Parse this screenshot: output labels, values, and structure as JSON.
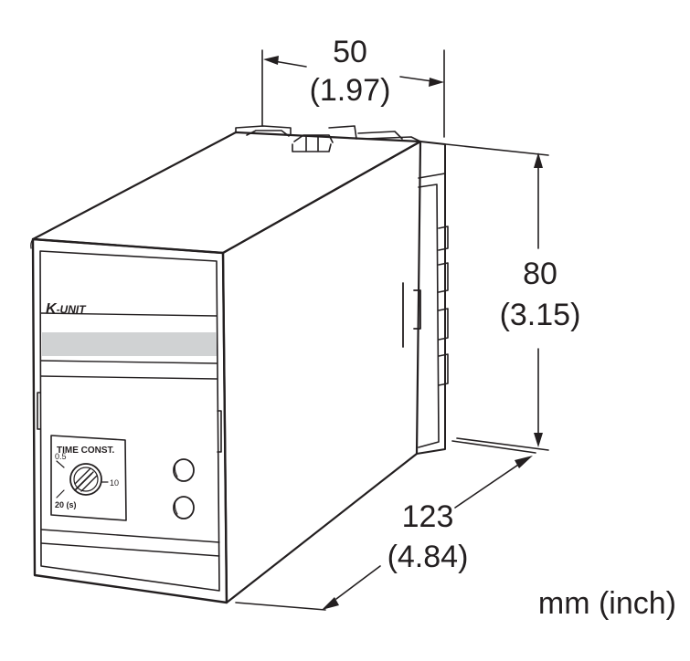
{
  "dimensions": {
    "width": {
      "mm": "50",
      "inch": "(1.97)"
    },
    "height": {
      "mm": "80",
      "inch": "(3.15)"
    },
    "depth": {
      "mm": "123",
      "inch": "(4.84)"
    },
    "units": "mm (inch)"
  },
  "device": {
    "brand_prefix": "K",
    "brand_suffix": "-UNIT",
    "dial_title": "TIME CONST.",
    "dial_min": "0.5",
    "dial_mid": "10",
    "dial_max": "20 (s)"
  },
  "colors": {
    "line": "#231f20",
    "label_band": "#d0d2d3",
    "background": "#ffffff"
  }
}
